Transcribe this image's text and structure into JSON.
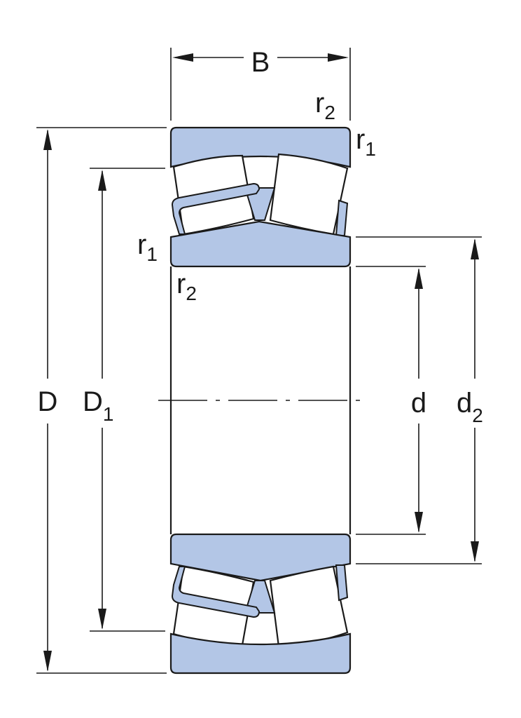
{
  "labels": {
    "B": "B",
    "D": "D",
    "D1_main": "D",
    "D1_sub": "1",
    "d": "d",
    "d2_main": "d",
    "d2_sub": "2",
    "r_main": "r",
    "r_sub_1": "1",
    "r_sub_2": "2"
  },
  "colors": {
    "ring_fill": "#b3c6e6",
    "line": "#1a1a1a",
    "background": "#ffffff"
  }
}
